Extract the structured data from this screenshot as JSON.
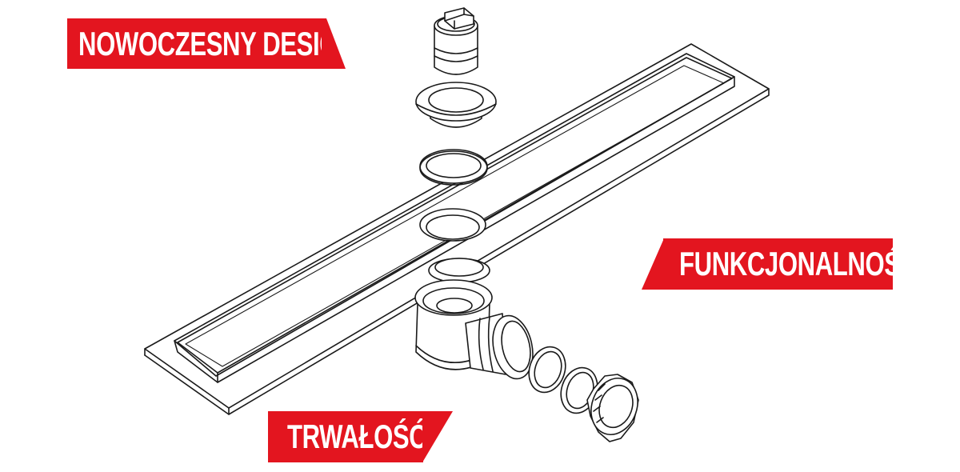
{
  "labels": {
    "top_left": "NOWOCZESNY DESIGN",
    "right": "FUNKCJONALNOŚĆ",
    "bottom": "TRWAŁOŚĆ"
  },
  "colors": {
    "label_bg": "#e3151f",
    "label_text": "#ffffff",
    "line": "#1a1a1a"
  }
}
